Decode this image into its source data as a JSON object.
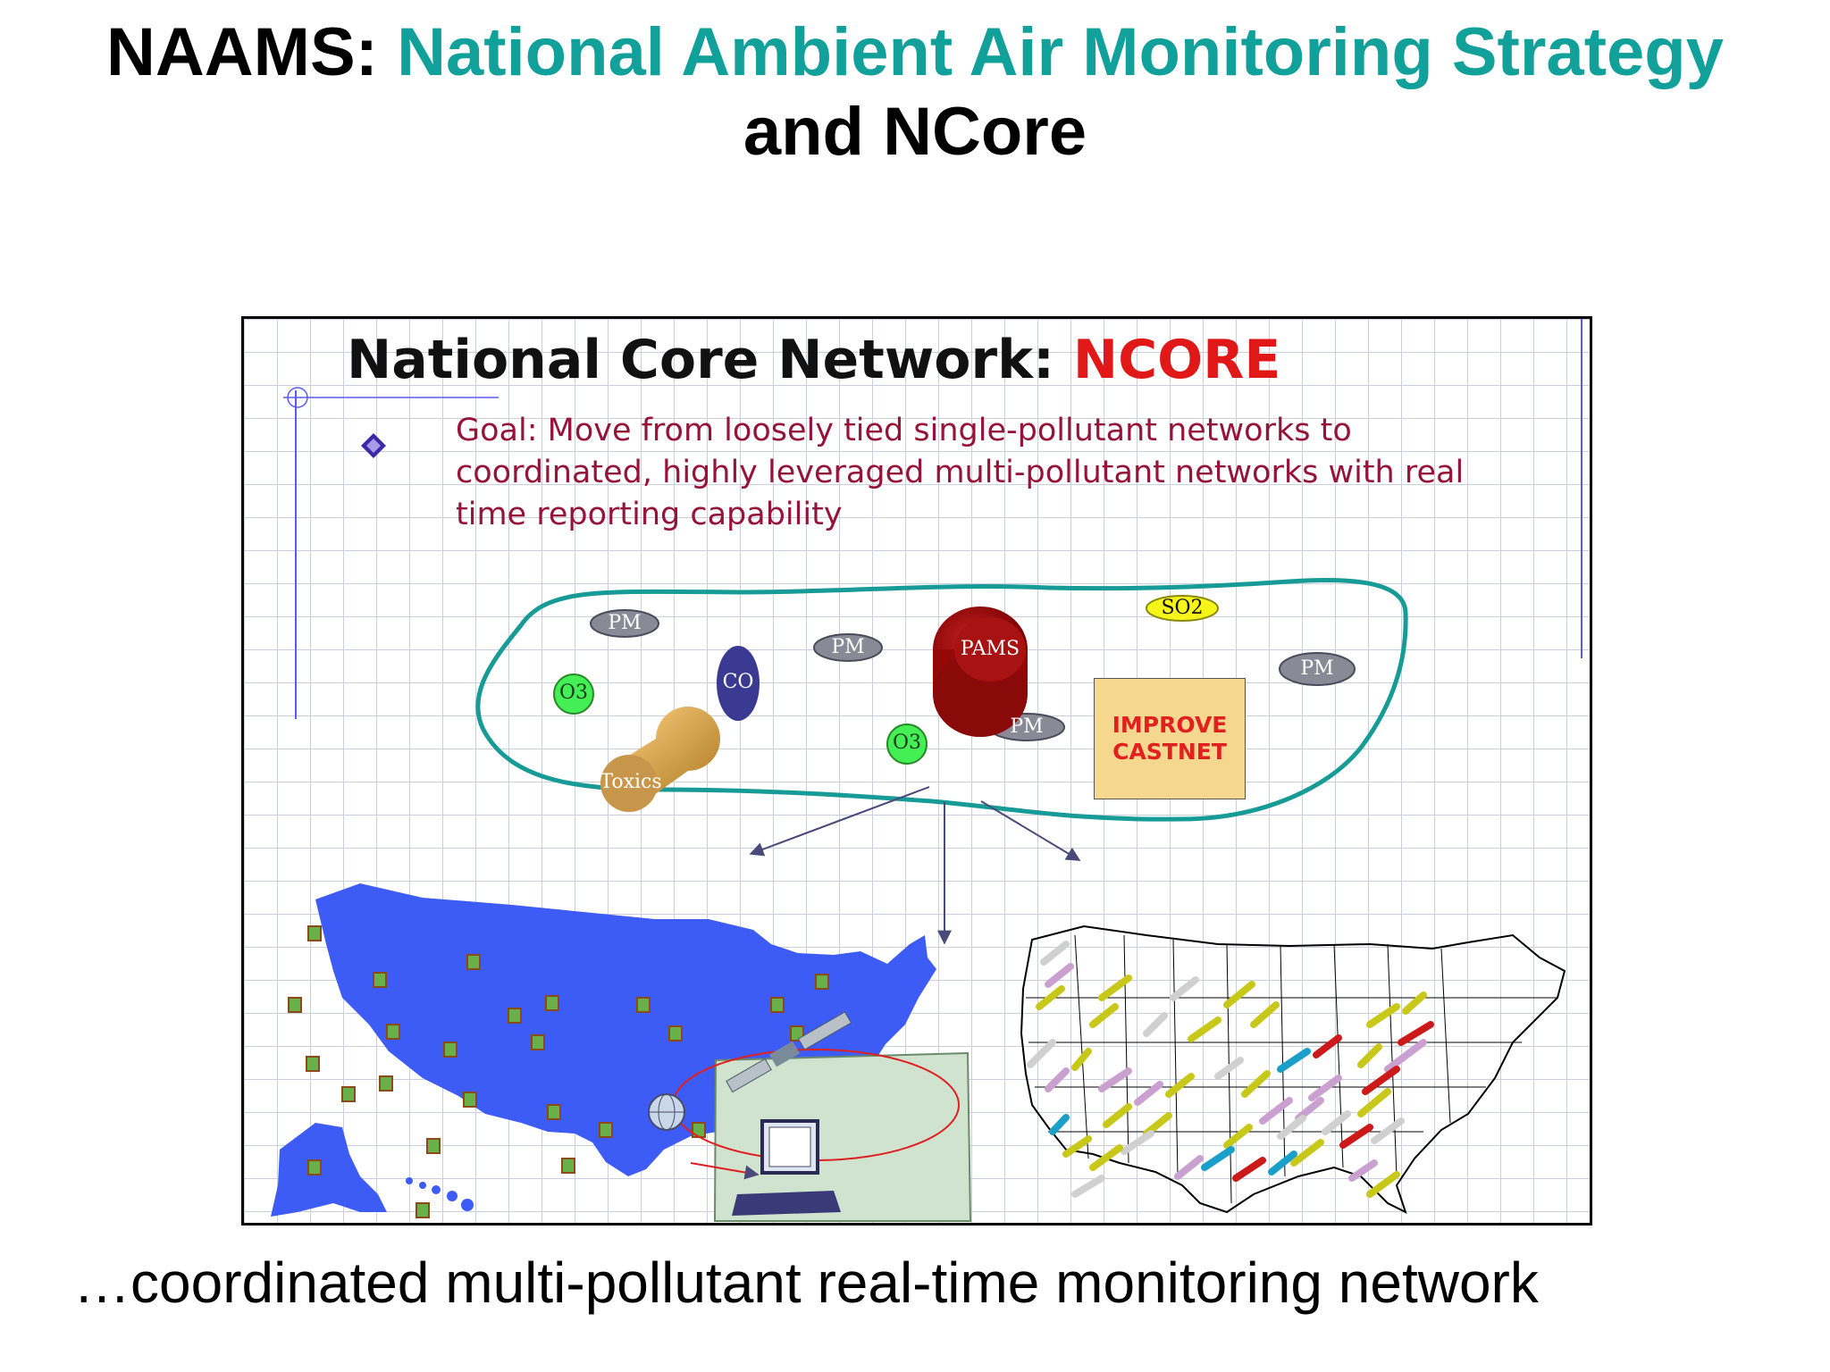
{
  "title": {
    "prefix": "NAAMS:",
    "main": "National Ambient Air Monitoring Strategy",
    "line2": "and NCore"
  },
  "slide": {
    "title_prefix": "National Core Network:",
    "title_highlight": "NCORE",
    "goal": "Goal: Move from loosely tied single-pollutant networks to coordinated, highly leveraged multi-pollutant networks with real time reporting capability",
    "network_labels": {
      "pm_1": "PM",
      "pm_2": "PM",
      "pm_3": "PM",
      "pm_4": "PM",
      "co": "CO",
      "o3_1": "O3",
      "o3_2": "O3",
      "toxics": "Toxics",
      "pams": "PAMS",
      "so2": "SO2",
      "improve": "IMPROVE",
      "castnet": "CASTNET"
    }
  },
  "caption": "…coordinated multi-pollutant real-time monitoring network",
  "colors": {
    "teal_title": "#12a09a",
    "ncore_red": "#e11818",
    "goal_text": "#96143a",
    "network_outline": "#179b97",
    "us_map_blue": "#3d5cf5"
  },
  "icons": [
    "bullet-diamond-icon",
    "monitoring-station-icon",
    "satellite-icon",
    "globe-icon",
    "computer-icon",
    "arrow-icon"
  ]
}
